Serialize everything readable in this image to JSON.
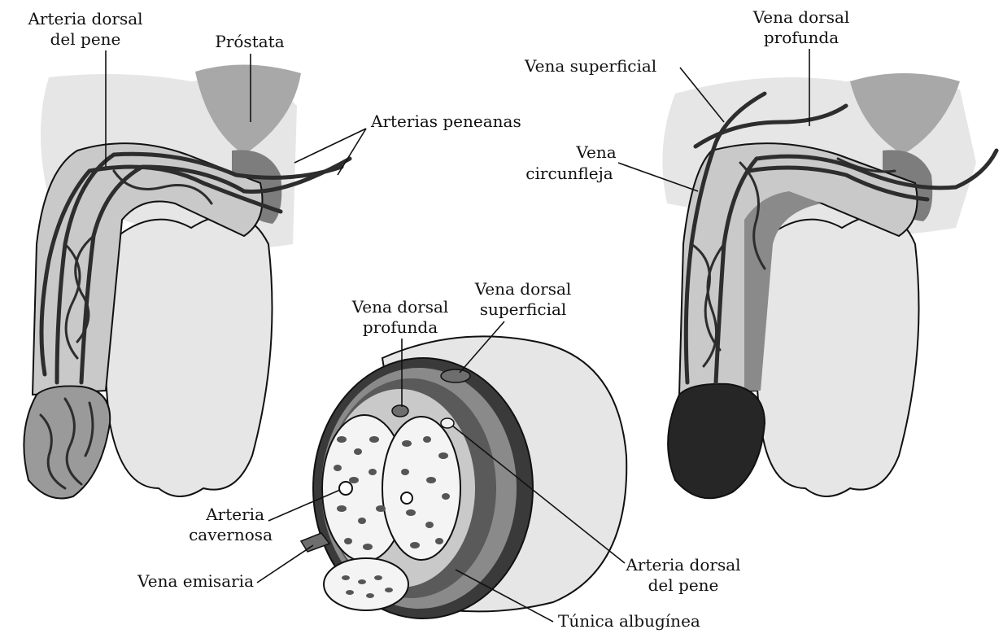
{
  "labels": {
    "arteria_dorsal_pene_line1": "Arteria dorsal",
    "arteria_dorsal_pene_line2": "del pene",
    "prostata": "Próstata",
    "arterias_peneanas": "Arterias peneanas",
    "vena_superficial": "Vena superficial",
    "vena_dorsal_profunda_top_line1": "Vena dorsal",
    "vena_dorsal_profunda_top_line2": "profunda",
    "vena_circunfleja_line1": "Vena",
    "vena_circunfleja_line2": "circunfleja",
    "vena_dorsal_profunda_mid_line1": "Vena dorsal",
    "vena_dorsal_profunda_mid_line2": "profunda",
    "vena_dorsal_superficial_line1": "Vena dorsal",
    "vena_dorsal_superficial_line2": "superficial",
    "arteria_cavernosa_line1": "Arteria",
    "arteria_cavernosa_line2": "cavernosa",
    "vena_emisaria": "Vena emisaria",
    "arteria_dorsal_pene_cross_line1": "Arteria dorsal",
    "arteria_dorsal_pene_cross_line2": "del pene",
    "tunica_albuginea": "Túnica albugínea"
  },
  "colors": {
    "body_light": "#e6e6e6",
    "shaft_mid": "#c9c9c9",
    "prostate": "#a8a8a8",
    "dark_tissue": "#6e6e6e",
    "glans_dark": "#262626",
    "vessel": "#2d2d2d"
  }
}
